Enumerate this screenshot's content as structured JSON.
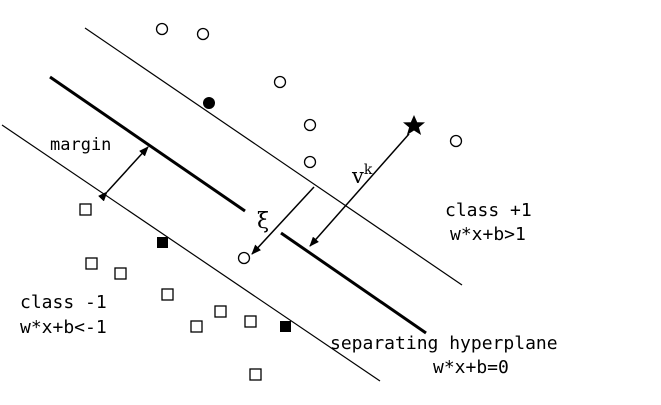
{
  "labels": {
    "margin": "margin",
    "xi": "ξ",
    "v": "v",
    "k": "k",
    "class_pos_name": "class +1",
    "class_pos_rule": "w*x+b>1",
    "class_neg_name": "class -1",
    "class_neg_rule": "w*x+b<-1",
    "hyperplane_name": "separating hyperplane",
    "hyperplane_rule": "w*x+b=0"
  },
  "colors": {
    "ink": "#000000",
    "background": "#ffffff"
  },
  "marker_types": {
    "positive": "open-circle",
    "positive_support_vector": "filled-circle",
    "negative": "open-square",
    "negative_support_vector": "filled-square",
    "query_point": "star"
  }
}
